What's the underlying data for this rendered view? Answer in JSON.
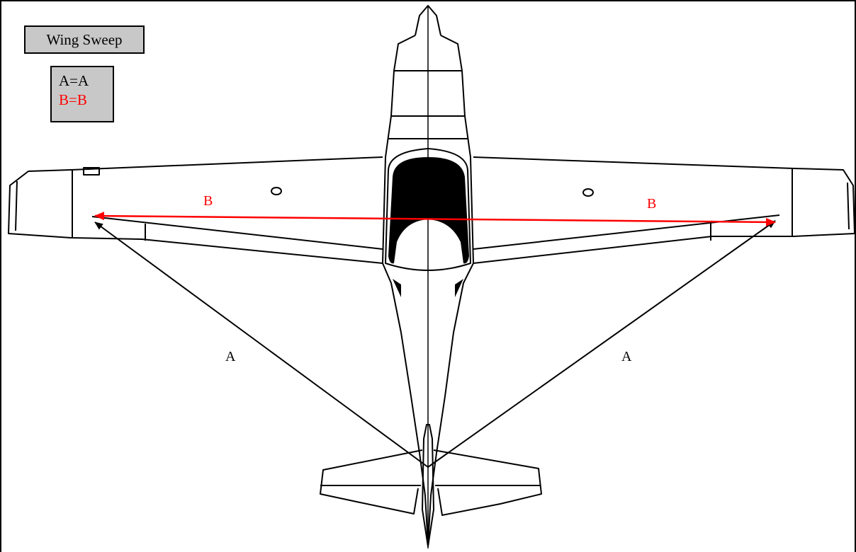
{
  "title": "Wing Sweep",
  "legend": [
    {
      "text": "A=A",
      "color": "#000000"
    },
    {
      "text": "B=B",
      "color": "#ff0000"
    }
  ],
  "labels": {
    "a_left": "A",
    "a_right": "A",
    "b_left": "B",
    "b_right": "B"
  },
  "colors": {
    "outline": "#000000",
    "measure_a": "#000000",
    "measure_b": "#ff0000",
    "label_box": "#c8c8c8"
  }
}
